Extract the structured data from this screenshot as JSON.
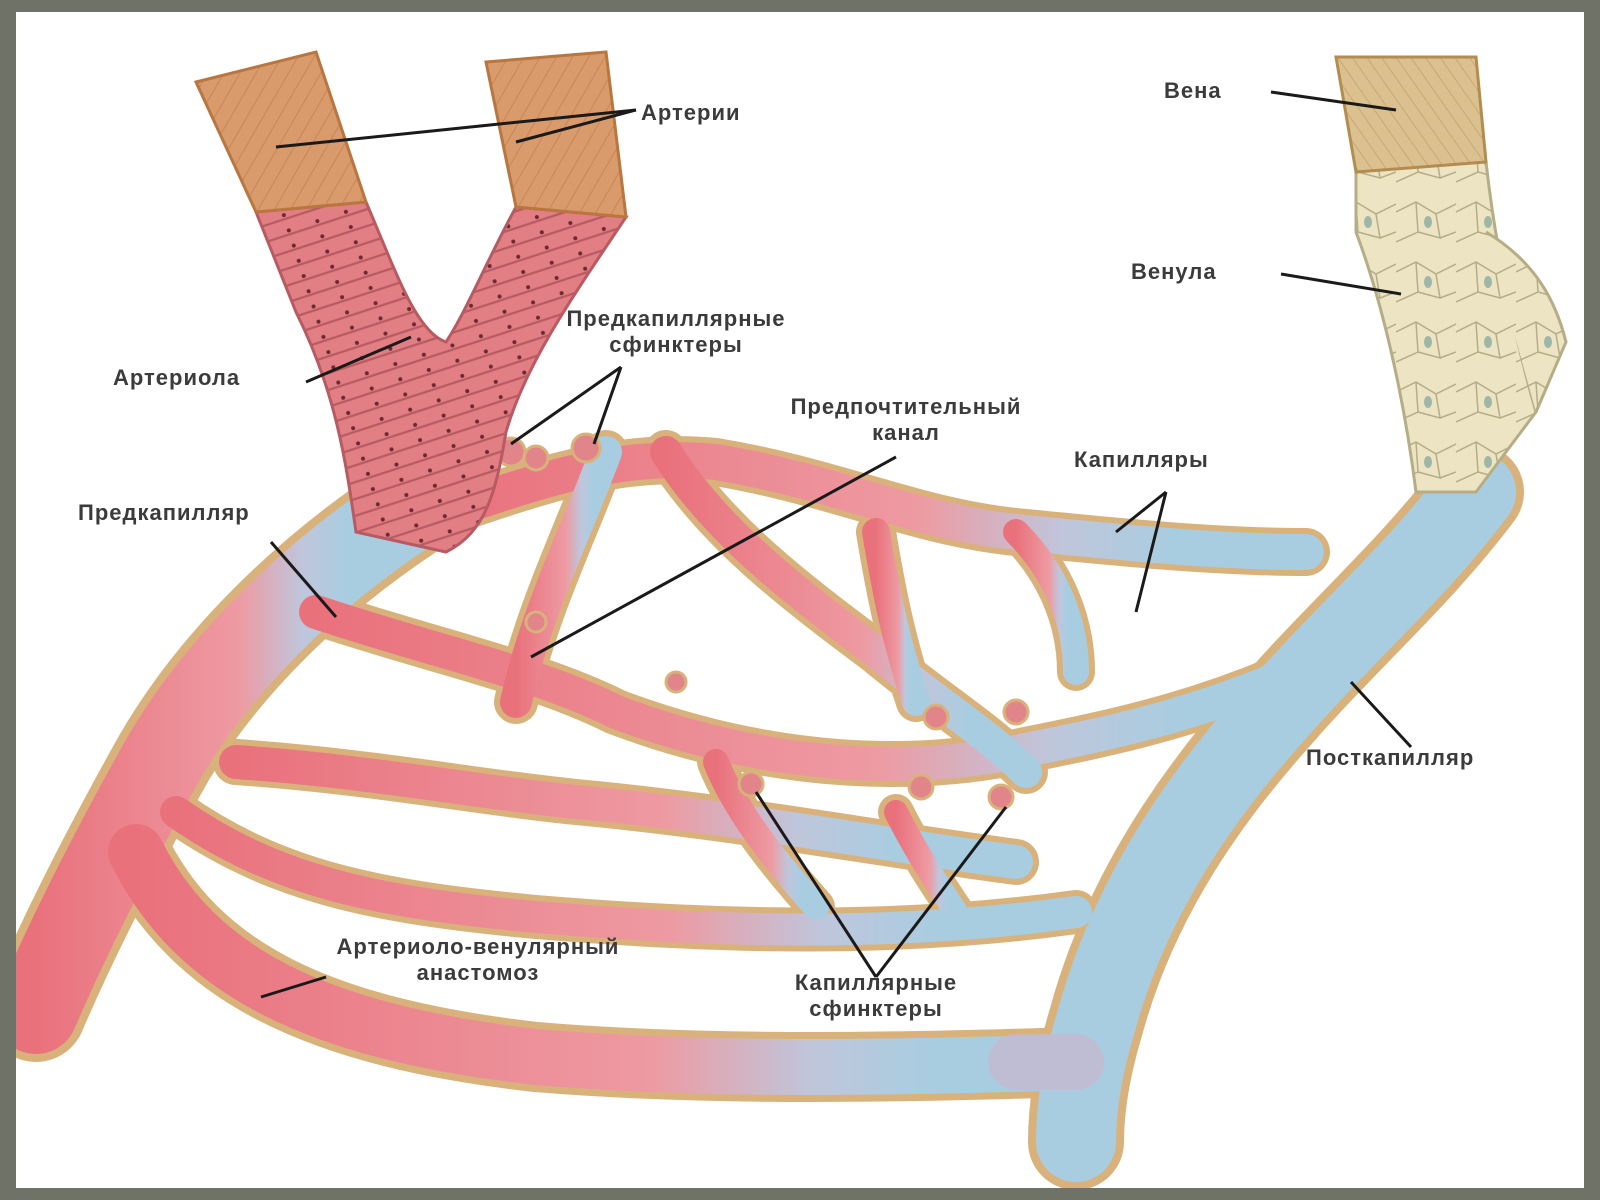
{
  "labels": {
    "arteries": "Артерии",
    "vein": "Вена",
    "venule": "Венула",
    "arteriole": "Артериола",
    "precap_sphincters_1": "Предкапиллярные",
    "precap_sphincters_2": "сфинктеры",
    "preferential_channel_1": "Предпочтительный",
    "preferential_channel_2": "канал",
    "capillaries": "Капилляры",
    "precapillary": "Предкапилляр",
    "postcapillary": "Посткапилляр",
    "av_anastomosis_1": "Артериоло-венулярный",
    "av_anastomosis_2": "анастомоз",
    "cap_sphincters_1": "Капиллярные",
    "cap_sphincters_2": "сфинктеры"
  },
  "colors": {
    "arterial": "#e8737d",
    "arterial_light": "#f1a3a8",
    "venous": "#a9cde0",
    "wall": "#e6c68c",
    "artery_tan": "#d89a6a",
    "vein_tan": "#dcc18e",
    "venule": "#ece5c4",
    "leader": "#1a1a1a"
  }
}
